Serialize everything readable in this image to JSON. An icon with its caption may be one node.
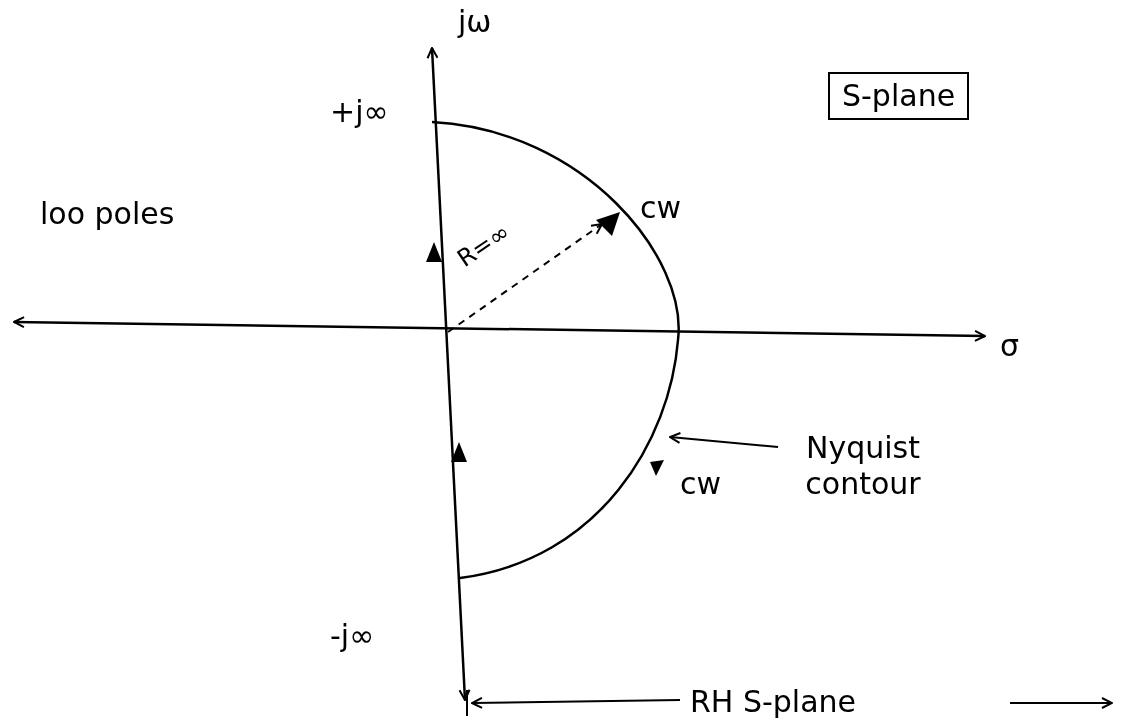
{
  "diagram": {
    "nodes": [
      {
        "text": [
          "S-plane"
        ]
      },
      {
        "text": [
          "Nyquist contour"
        ]
      },
      {
        "text": [],
        "shape": "arc"
      }
    ],
    "edges": [
      {
        "from": 1,
        "to": 2,
        "arrow": "to"
      }
    ],
    "labels": [
      "jω",
      "+j∞",
      "loo poles",
      "cw",
      "R=∞",
      "σ",
      "cw",
      "-j∞",
      "RH S-plane"
    ]
  }
}
